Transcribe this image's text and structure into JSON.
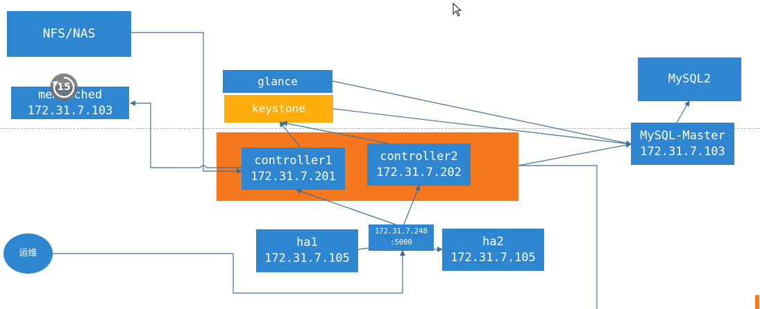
{
  "nodes": {
    "nfs": {
      "label": "NFS/NAS"
    },
    "memcached": {
      "label": "memcached",
      "ip": "172.31.7.103"
    },
    "glance": {
      "label": "glance"
    },
    "keystone": {
      "label": "keystone"
    },
    "controller1": {
      "label": "controller1",
      "ip": "172.31.7.201"
    },
    "controller2": {
      "label": "controller2",
      "ip": "172.31.7.202"
    },
    "mysql2": {
      "label": "MySQL2"
    },
    "mysql_master": {
      "label": "MySQL-Master",
      "ip": "172.31.7.103"
    },
    "ha1": {
      "label": "ha1",
      "ip": "172.31.7.105"
    },
    "vip": {
      "line1": "172.31.7.248",
      "line2": ":5000"
    },
    "ha2": {
      "label": "ha2",
      "ip": "172.31.7.105"
    },
    "ops": {
      "label": "运维"
    }
  },
  "overlay": {
    "replay_seconds": "15"
  },
  "colors": {
    "node_blue": "#2e86d1",
    "keystone_orange": "#ffad0d",
    "cluster_orange": "#f5781e",
    "connector": "#3f6e99"
  }
}
